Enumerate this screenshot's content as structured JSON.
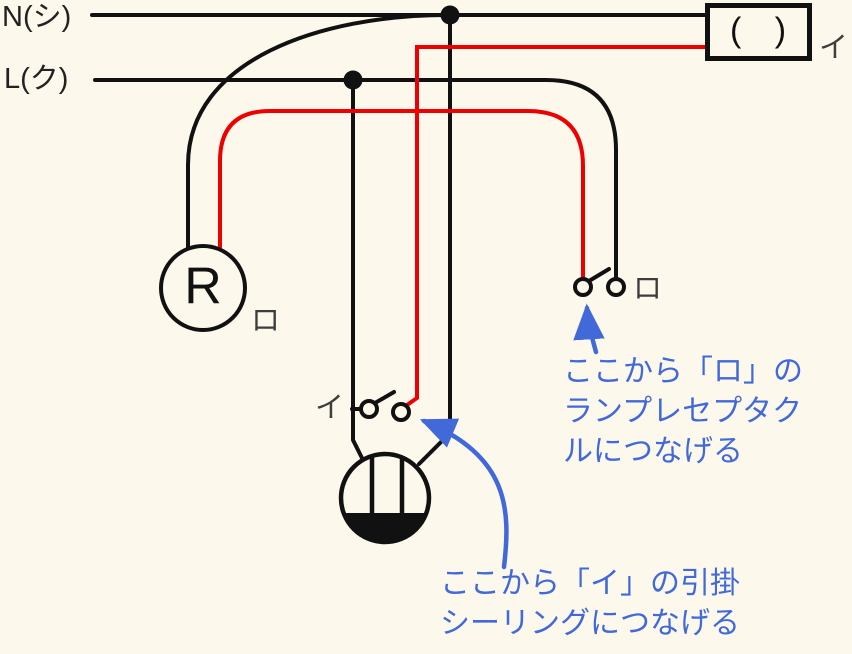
{
  "colors": {
    "background": "#fdf8ec",
    "wire_black": "#111111",
    "wire_red": "#ee0000",
    "annotation_blue": "#4169d9",
    "label_gray": "#3d3d3d"
  },
  "power_lines": {
    "neutral_label": "N(シ)",
    "live_label": "L(ク)"
  },
  "devices": {
    "ceiling_box": {
      "symbol": "( )",
      "label": "イ"
    },
    "lamp_receptacle": {
      "symbol": "R",
      "label": "ロ"
    }
  },
  "switches": {
    "i": {
      "label": "イ"
    },
    "ro": {
      "label": "ロ"
    }
  },
  "annotations": {
    "ro": {
      "text": "ここから「ロ」の\nランプレセプタク\nルにつなげる"
    },
    "i": {
      "text": "ここから「イ」の引掛\nシーリングにつなげる"
    }
  }
}
